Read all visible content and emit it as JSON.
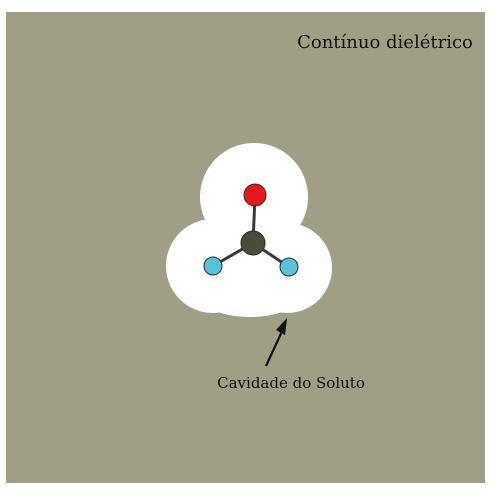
{
  "labels": {
    "medium": "Contínuo dielétrico",
    "cavity": "Cavidade do Soluto"
  },
  "colors": {
    "medium_fill": "#a09f85",
    "cavity_fill": "#ffffff",
    "bond": "#3a3a3a",
    "central_atom": "#4c4b35",
    "oxygen_atom": "#e8181c",
    "hydrogen_atom": "#58c2dc",
    "atom_outline": "#2a2a2a",
    "arrow": "#111111",
    "text": "#111111"
  },
  "molecule": {
    "atoms": [
      {
        "id": "central",
        "element_color": "central_atom"
      },
      {
        "id": "top",
        "element_color": "oxygen_atom"
      },
      {
        "id": "left",
        "element_color": "hydrogen_atom"
      },
      {
        "id": "right",
        "element_color": "hydrogen_atom"
      }
    ]
  }
}
